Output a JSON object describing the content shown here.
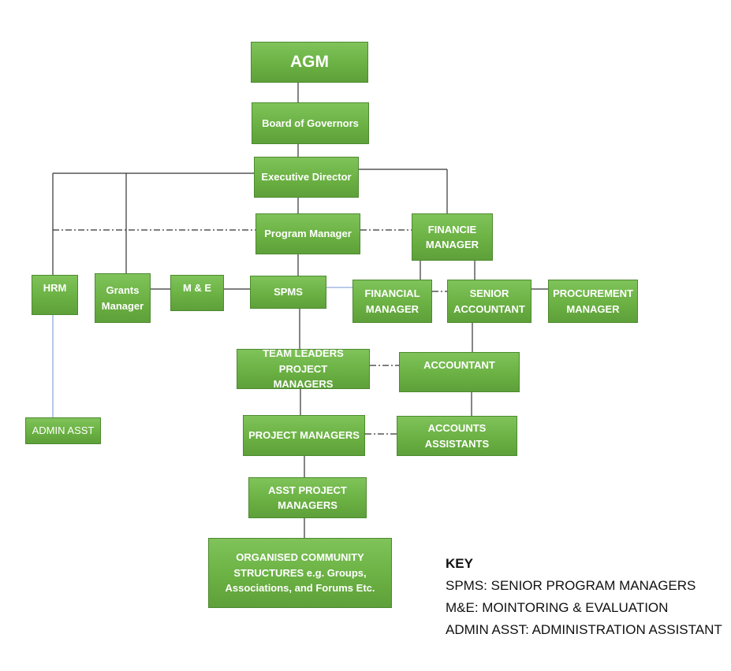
{
  "nodes": {
    "agm": "AGM",
    "board": "Board of  Governors",
    "exec": "Executive Director",
    "program_manager": "Program Manager",
    "financie_manager": "FINANCIE\nMANAGER",
    "hrm": "HRM",
    "grants_manager": "Grants\nManager",
    "m_and_e": "M & E",
    "spms": "SPMS",
    "financial_manager": "FINANCIAL\nMANAGER",
    "senior_accountant": "SENIOR\nACCOUNTANT",
    "procurement_manager": "PROCUREMENT\nMANAGER",
    "team_leaders": "TEAM LEADERS PROJECT\nMANAGERS",
    "accountant": "ACCOUNTANT",
    "admin_asst": "ADMIN ASST",
    "project_managers": "PROJECT MANAGERS",
    "accounts_assistants": "ACCOUNTS\nASSISTANTS",
    "asst_project_managers": "ASST PROJECT\nMANAGERS",
    "community": "ORGANISED COMMUNITY\nSTRUCTURES e.g. Groups,\nAssociations, and Forums Etc."
  },
  "key": {
    "title": "KEY",
    "lines": [
      "SPMS: SENIOR PROGRAM MANAGERS",
      "M&E: MOINTORING & EVALUATION",
      "ADMIN ASST: ADMINISTRATION ASSISTANT"
    ]
  },
  "colors": {
    "box_fill": "#6bb143",
    "box_border": "#4d8a2f",
    "box_text": "#ffffff",
    "line": "#333333",
    "blue_line": "#8eaadb"
  }
}
